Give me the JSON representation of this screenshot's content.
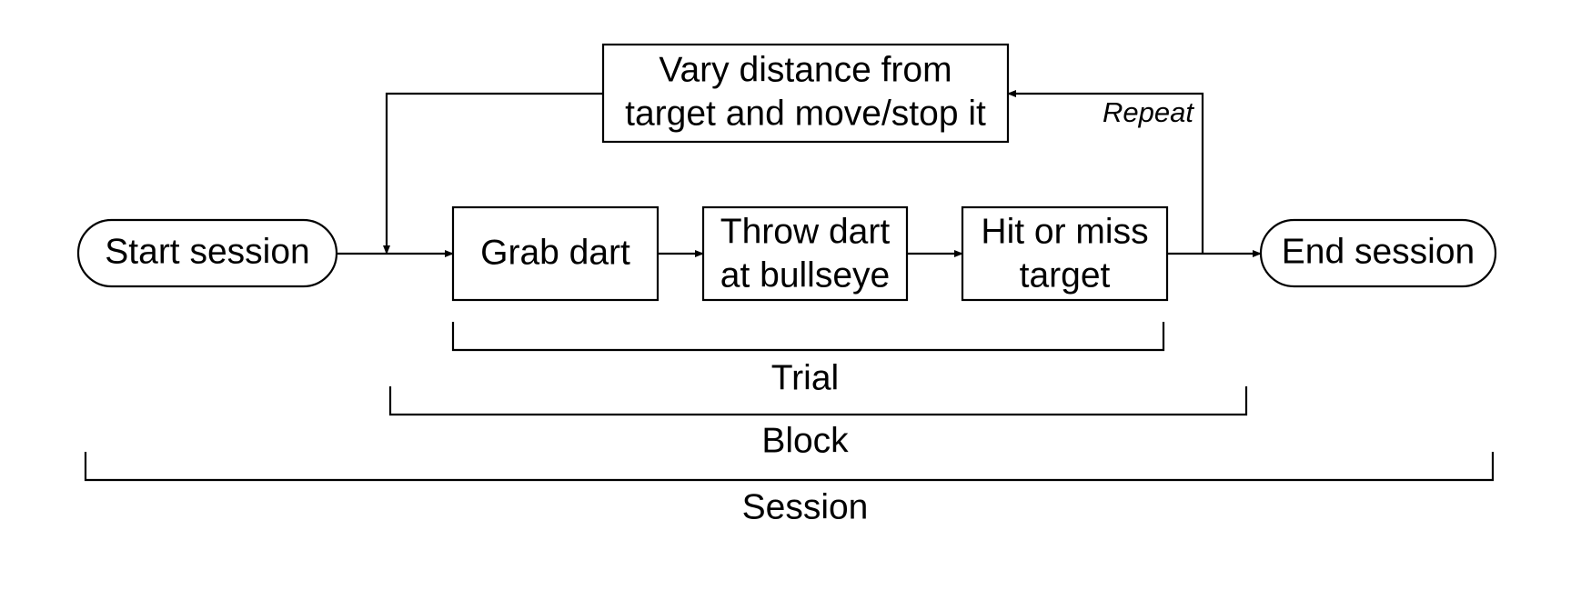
{
  "nodes": {
    "start": "Start session",
    "grab": "Grab dart",
    "throw_line1": "Throw dart",
    "throw_line2": "at bullseye",
    "hit_line1": "Hit or miss",
    "hit_line2": "target",
    "end": "End session",
    "vary_line1": "Vary distance from",
    "vary_line2": "target and move/stop it"
  },
  "loop_label": "Repeat",
  "brackets": {
    "trial": "Trial",
    "block": "Block",
    "session": "Session"
  }
}
